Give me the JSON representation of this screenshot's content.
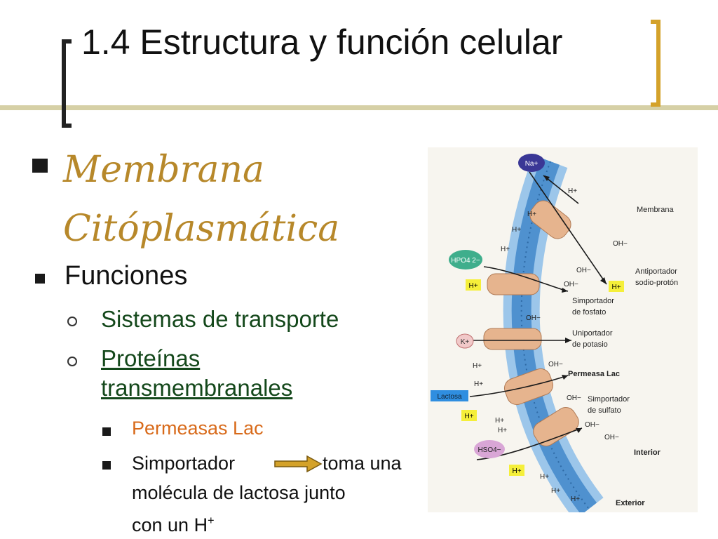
{
  "slide": {
    "title": "1.4 Estructura y función celular",
    "heading_line1": "Membrana",
    "heading_line2": "Citóplasmática",
    "funciones": "Funciones",
    "sistemas": "Sistemas de transporte",
    "proteinas_1": "Proteínas",
    "proteinas_2": "transmembranales",
    "permeasas": "Permeasas Lac",
    "simportador": "Simportador",
    "toma": "toma una",
    "molecula": "molécula de lactosa junto",
    "con_un": "con un H",
    "plus": "+"
  },
  "figure": {
    "na": "Na+",
    "hpo4": "HPO4 2−",
    "k": "K+",
    "lactosa": "Lactosa",
    "hso4": "HSO4−",
    "h": "H+",
    "oh": "OH−",
    "membrana": "Membrana",
    "antiportador_1": "Antiportador",
    "antiportador_2": "sodio-protón",
    "simp_fosfato_1": "Simportador",
    "simp_fosfato_2": "de fosfato",
    "uniportador_1": "Uniportador",
    "uniportador_2": "de potasio",
    "permeasa": "Permeasa Lac",
    "simp_sulfato_1": "Simportador",
    "simp_sulfato_2": "de sulfato",
    "interior": "Interior",
    "exterior": "Exterior"
  },
  "colors": {
    "title_bar": "#d6d0a6",
    "bracket_right": "#d4a22a",
    "heading": "#b7882a",
    "level2": "#14481b",
    "level3": "#d86a1a",
    "membrane": "#5aa0d8",
    "protein": "#e6b48e"
  }
}
